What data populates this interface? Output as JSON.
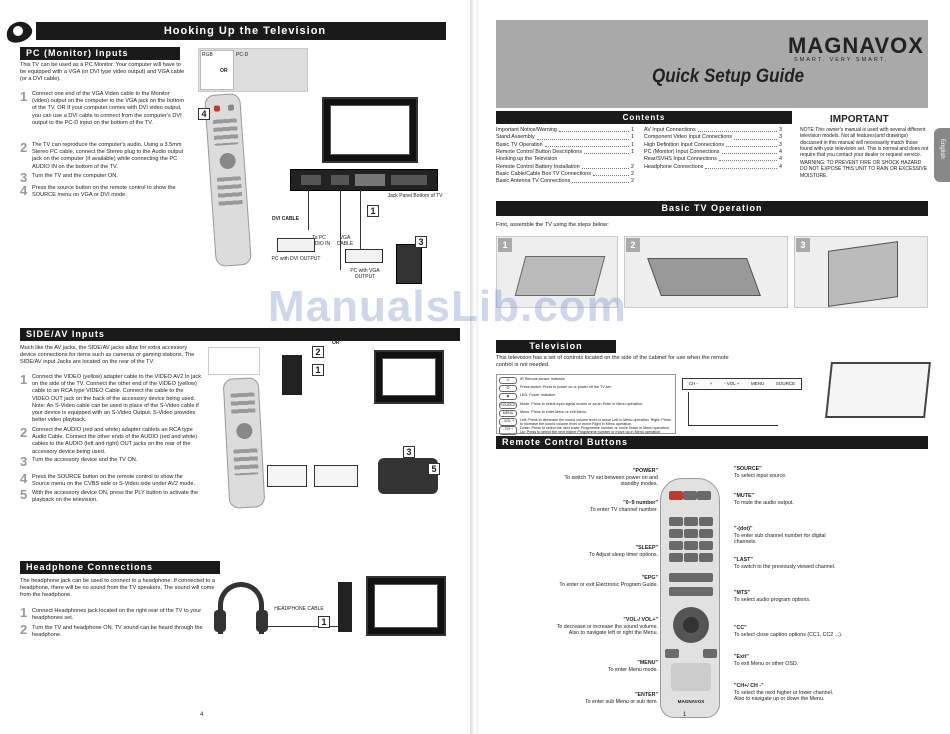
{
  "left": {
    "header_title": "Hooking Up the Television",
    "page_number": "4",
    "pc_section": {
      "title": "PC (Monitor) Inputs",
      "intro": "This TV can be used as a PC Monitor. Your computer will have to be equipped with a VGA (or DVI type video output) and VGA cable (or a DVI cable).",
      "steps": [
        {
          "n": "1",
          "text": "Connect one end of the VGA Video cable to the Monitor (video) output on the computer to the VGA jack on the bottom of the TV. OR If your computer comes with DVI video output, you can use a DVI cable to connect from the computer's DVI output to the PC-D input on the bottom of the TV."
        },
        {
          "n": "2",
          "text": "The TV can reproduce the computer's audio. Using a 3.5mm Stereo PC cable, connect the Stereo plug to the Audio output jack on the computer (if available) while connecting the PC AUDIO IN on the bottom of the TV."
        },
        {
          "n": "3",
          "text": "Turn the TV and the computer ON."
        },
        {
          "n": "4",
          "text": "Press the source button on the remote control to show the SOURCE menu on VGA or DVI mode."
        }
      ],
      "diagram_labels": {
        "jack_panel": "Jack Panel Bottom of TV",
        "dvi_cable": "DVI CABLE",
        "to_pc_audio": "To PC AUDIO IN",
        "vga_cable": "VGA CABLE",
        "pc_dvi": "PC with DVI OUTPUT",
        "pc_vga": "PC with VGA OUTPUT",
        "or": "OR",
        "menu_left": "RGB",
        "menu_right": "PC-D"
      }
    },
    "side_section": {
      "title": "SIDE/AV Inputs",
      "intro": "Much like the AV jacks, the SIDE/AV jacks allow for extra accessory device connections for items such as cameras or gaming stations. The SIDE/AV input Jacks are located on the rear of the TV.",
      "steps": [
        {
          "n": "1",
          "text": "Connect the VIDEO (yellow) adapter cable to the VIDEO AV2 In jack on the side of the TV. Connect the other end of the VIDEO (yellow) cable to an RCA type VIDEO Cable. Connect the cable to the VIDEO OUT jack on the back of the accessory device being used. Note: An S-Video cable can be used in place of the S-Video cable if your device is equipped with an S-Video Output. S-Video provides better video playback."
        },
        {
          "n": "2",
          "text": "Connect the AUDIO (red and white) adapter cablets an RCA type Audio Cable. Connect the other ends of the AUDIO (red and white) cables to the AUDIO (left and right) OUT jacks on the rear of the accessory device being used."
        },
        {
          "n": "3",
          "text": "Turn the accessory device and the TV ON."
        },
        {
          "n": "4",
          "text": "Press the SOURCE button on the remote control to show the Source menu on the CVBS side or S-Video side under AV2 mode."
        },
        {
          "n": "5",
          "text": "With the accessory device ON, press the PLY button to activate the playback on the television."
        }
      ],
      "or": "OR"
    },
    "headphone_section": {
      "title": "Headphone Connections",
      "intro": "The headphone jack can be used to connect to a headphone. If connected to a headphone, there will be no sound from the TV speakers. The sound will come from the headphone.",
      "steps": [
        {
          "n": "1",
          "text": "Connect Headphones jack located on the right rear of the TV to your headphones set."
        },
        {
          "n": "2",
          "text": "Turn the TV and headphone ON. TV sound can be heard through the headphone."
        }
      ],
      "cable_label": "HEADPHONE CABLE"
    }
  },
  "right": {
    "brand": "MAGNAVOX",
    "tagline": "SMART. VERY SMART.",
    "guide_title": "Quick Setup Guide",
    "side_tab": "English",
    "page_number": "1",
    "watermark": "ManualsLib.com",
    "contents": {
      "title": "Contents",
      "col1": [
        {
          "label": "Important Notice/Warning",
          "page": "1"
        },
        {
          "label": "Stand Assembly",
          "page": "1"
        },
        {
          "label": "Basic TV  Operation",
          "page": "1"
        },
        {
          "label": "Remote Control Button Descriptions",
          "page": "1"
        },
        {
          "label": "Hooking up the Television",
          "page": ""
        },
        {
          "label": "Remote Control Battery Installation",
          "page": "2"
        },
        {
          "label": "Basic Cable/Cable Box TV Connections",
          "page": "2"
        },
        {
          "label": "Basic Antenna TV Connections",
          "page": "2"
        }
      ],
      "col2": [
        {
          "label": "AV Input Connections",
          "page": "3"
        },
        {
          "label": "Component Video Input Connections",
          "page": "3"
        },
        {
          "label": "High Definition Input Connections",
          "page": "3"
        },
        {
          "label": "PC (Monitor) Input Connections",
          "page": "4"
        },
        {
          "label": "Rear/SVHS Input Connections",
          "page": "4"
        },
        {
          "label": "Headphone Connections",
          "page": "4"
        }
      ]
    },
    "important": {
      "title": "IMPORTANT",
      "text1": "NOTE:This owner's manual is used with several different television models. Not all features(and drawings) discussed in this manual will necessarily match those found with your television set. This is normal and does not require that you contact your dealer or request service.",
      "text2": "WARNING: TO PREVENT FIRE OR SHOCK HAZARD DO NOT EXPOSE THIS UNIT TO RAIN OR EXCESSIVE MOISTURE."
    },
    "basic_op": {
      "title": "Basic TV Operation",
      "intro": "First, assemble the TV using the steps below:",
      "steps": [
        "1",
        "2",
        "3"
      ]
    },
    "television": {
      "title": "Television",
      "intro": "This television has a set of controls located on the side of the cabinet for use when the remote control is not needed.",
      "legend": [
        {
          "icon": "⏻",
          "text": "IR Remote sensor Indicator"
        },
        {
          "icon": "⏼",
          "text": "Press switch: Press to power on or power off the TV set."
        },
        {
          "icon": "◉",
          "text": "LED: Power Indicator."
        },
        {
          "icon": "SOURCE",
          "text": "Mode: Press to select input signal modes or as an Enter in Menu operation."
        },
        {
          "icon": "MENU",
          "text": "Menu: Press to enter Menu or exit Menu."
        },
        {
          "icon": "- VOL +",
          "text": "Left: Press to decrease the sound volume level or move Left in Menu operation. Right: Press to increase the sound volume level or move Right in Menu operation."
        },
        {
          "icon": "- CH +",
          "text": "Down: Press to select the next lower Programme number or move Down in Menu operation. Up: Press to select the next higher Programme number or move up in Menu operation."
        }
      ],
      "panel_labels": [
        "CH -",
        "+",
        "- VOL +",
        "MENU",
        "SOURCE"
      ]
    },
    "remote": {
      "title": "Remote Control Buttons",
      "brand_on_remote": "MAGNAVOX",
      "labels_left": [
        {
          "name": "\"POWER\"",
          "desc": "To switch TV set between power on and standby modes."
        },
        {
          "name": "\"0~9 number\"",
          "desc": "To enter TV channel number."
        },
        {
          "name": "\"SLEEP\"",
          "desc": "To Adjust sleep timer options."
        },
        {
          "name": "\"EPG\"",
          "desc": "To enter or exit Electronic Program Guide."
        },
        {
          "name": "\"VOL-/ VOL+\"",
          "desc": "To decrease or increase the sound volume. Also to navigate left or right the Menu."
        },
        {
          "name": "\"MENU\"",
          "desc": "To enter Menu mode."
        },
        {
          "name": "\"ENTER\"",
          "desc": "To enter sub Menu or sub item."
        }
      ],
      "labels_right": [
        {
          "name": "\"SOURCE\"",
          "desc": "To select input source."
        },
        {
          "name": "\"MUTE\"",
          "desc": "To mute the audio output."
        },
        {
          "name": "\"-(dot)\"",
          "desc": "To enter sub channel number for digital channels."
        },
        {
          "name": "\"LAST\"",
          "desc": "To switch to the previously viewed channel."
        },
        {
          "name": "\"MTS\"",
          "desc": "To select audio program options."
        },
        {
          "name": "\"CC\"",
          "desc": "To select close caption options (CC1, CC2 ...)."
        },
        {
          "name": "\"Exit\"",
          "desc": "To exit Menu or other OSD."
        },
        {
          "name": "\"CH+/ CH -\"",
          "desc": "To select the next higher or lower channel. Also to navigate up or down the Menu."
        }
      ]
    }
  }
}
